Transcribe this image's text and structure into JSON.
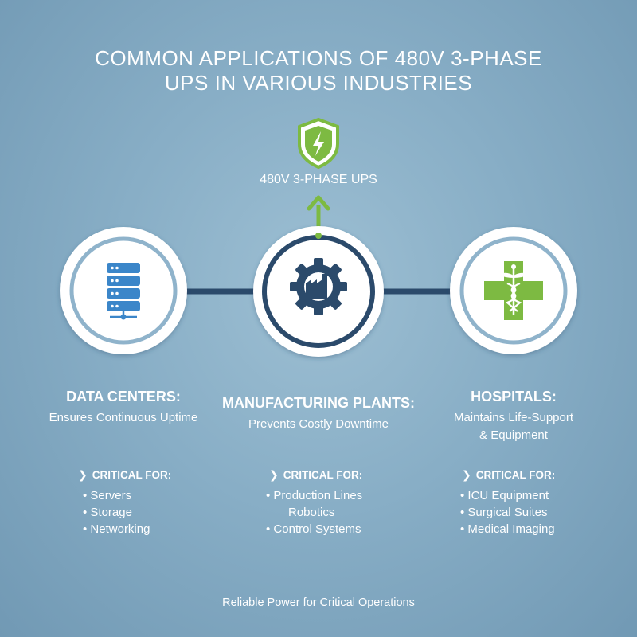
{
  "title": {
    "line1": "COMMON APPLICATIONS OF 480V 3-PHASE",
    "line2": "UPS IN VARIOUS INDUSTRIES"
  },
  "center": {
    "label": "480V 3-PHASE UPS",
    "icon": "shield-lightning-icon"
  },
  "colors": {
    "accent_green": "#7dba42",
    "navy": "#2b4a6b",
    "server_blue": "#3b86c9"
  },
  "industries": [
    {
      "title": "DATA CENTERS:",
      "description_lines": [
        "Ensures Continuous Uptime"
      ],
      "icon": "server-icon",
      "critical_heading": "CRITICAL FOR:",
      "items": [
        "Servers",
        "Storage",
        "Networking"
      ]
    },
    {
      "title": "MANUFACTURING PLANTS:",
      "description_lines": [
        "Prevents Costly Downtime"
      ],
      "icon": "factory-gear-icon",
      "critical_heading": "CRITICAL FOR:",
      "items": [
        "Production Lines",
        "Robotics",
        "Control Systems"
      ]
    },
    {
      "title": "HOSPITALS:",
      "description_lines": [
        "Maintains Life-Support",
        "& Equipment"
      ],
      "icon": "medical-cross-icon",
      "critical_heading": "CRITICAL FOR:",
      "items": [
        "ICU Equipment",
        "Surgical Suites",
        "Medical Imaging"
      ]
    }
  ],
  "footer": "Reliable Power for Critical Operations"
}
